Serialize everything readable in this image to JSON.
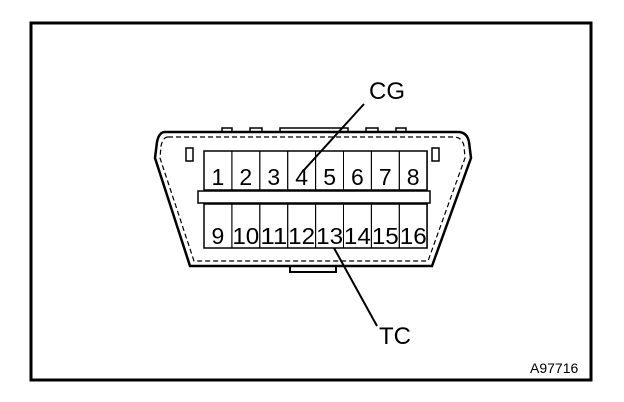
{
  "connector": {
    "top_row": [
      "1",
      "2",
      "3",
      "4",
      "5",
      "6",
      "7",
      "8"
    ],
    "bottom_row": [
      "9",
      "10",
      "11",
      "12",
      "13",
      "14",
      "15",
      "16"
    ]
  },
  "callouts": {
    "cg_label": "CG",
    "tc_label": "TC"
  },
  "figure_id": "A97716",
  "colors": {
    "ink": "#000000",
    "background": "#ffffff"
  }
}
